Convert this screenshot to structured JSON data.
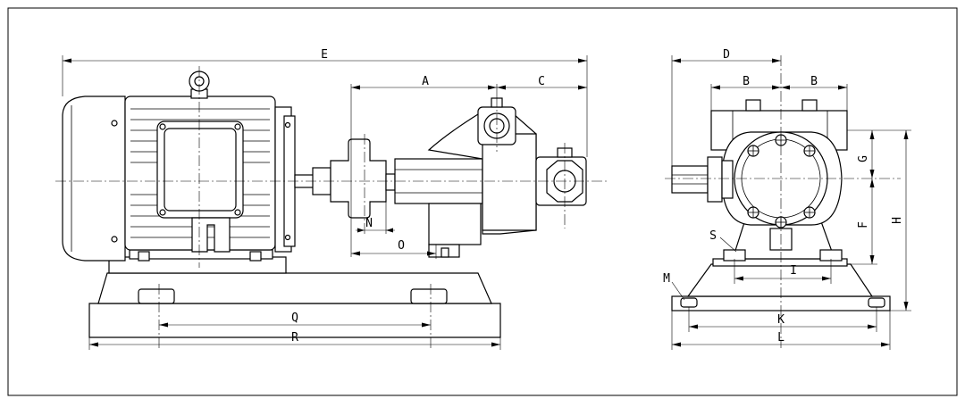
{
  "dimension_labels": {
    "E": "E",
    "A": "A",
    "C": "C",
    "N": "N",
    "O": "O",
    "Q": "Q",
    "R": "R",
    "D": "D",
    "B1": "B",
    "B2": "B",
    "G": "G",
    "F": "F",
    "H": "H",
    "S": "S",
    "I": "I",
    "M": "M",
    "K": "K",
    "L": "L"
  }
}
